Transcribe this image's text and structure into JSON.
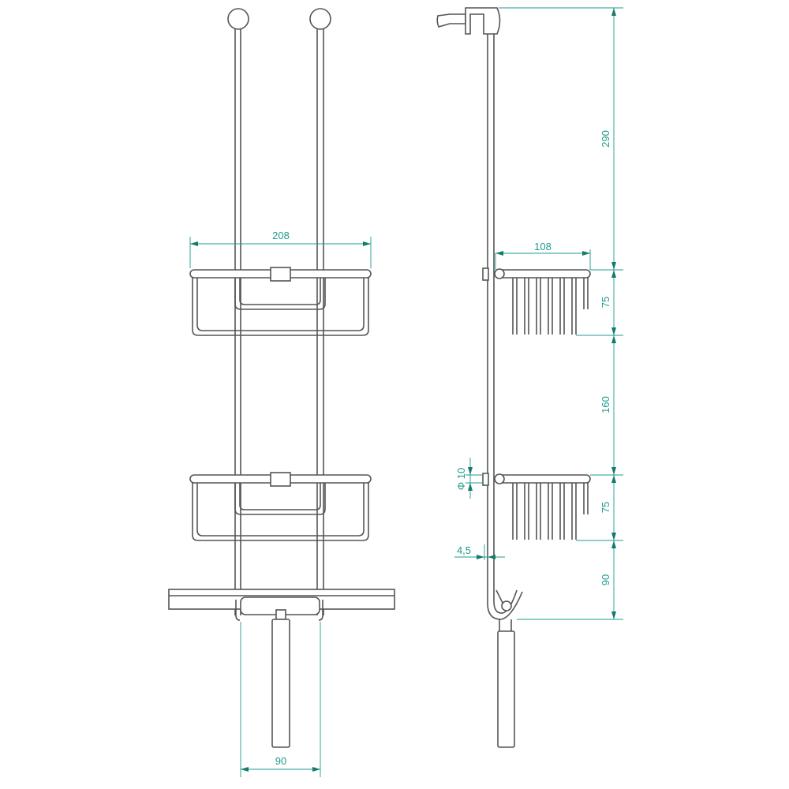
{
  "dimension_color": "#1c9c8c",
  "line_color": "#555555",
  "front_view": {
    "width_label": "208",
    "rod_spacing_label": "90"
  },
  "side_view": {
    "depth_label": "108",
    "height_to_basket_label": "290",
    "basket1_height_label": "75",
    "gap_label": "160",
    "basket2_height_label": "75",
    "hook_offset_label": "90",
    "rod_diameter_label": "Φ 10",
    "wall_offset_label": "4,5"
  }
}
